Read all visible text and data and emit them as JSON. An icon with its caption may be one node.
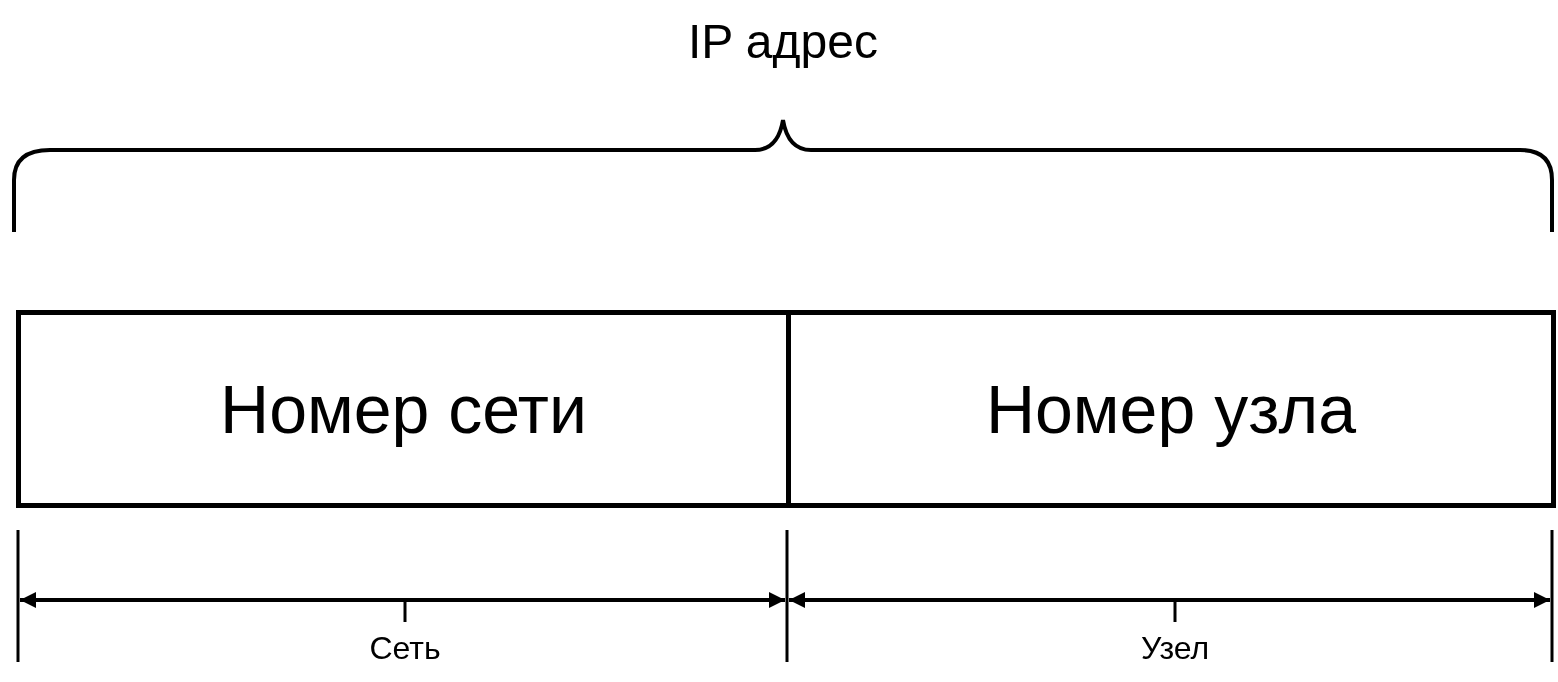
{
  "diagram": {
    "title": "IP адрес",
    "nodes": [
      {
        "text": [
          "Номер сети"
        ]
      },
      {
        "text": [
          "Номер узла"
        ]
      }
    ],
    "labels": [
      "Сеть",
      "Узел"
    ]
  }
}
